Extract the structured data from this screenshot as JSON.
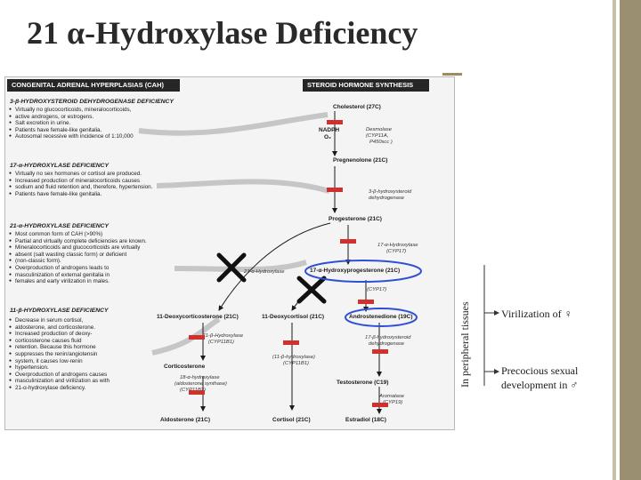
{
  "slide": {
    "title_prefix": "21 ",
    "title_alpha": "α",
    "title_rest": "-Hydroxylase Deficiency"
  },
  "figure": {
    "left_header": "CONGENITAL ADRENAL HYPERPLASIAS (CAH)",
    "right_header": "STEROID HORMONE SYNTHESIS",
    "panels": [
      {
        "title": "3-β-HYDROXYSTEROID DEHYDROGENASE DEFICIENCY",
        "bullets": [
          "Virtually no glucocorticoids, mineralocorticoids,",
          "active androgens, or estrogens.",
          "Salt excretion in urine.",
          "Patients have female-like genitalia.",
          "Autosomal recessive with incidence of 1:10,000"
        ]
      },
      {
        "title": "17-α-HYDROXYLASE DEFICIENCY",
        "bullets": [
          "Virtually no sex hormones or cortisol are produced.",
          "Increased production of mineralocorticoids causes",
          "sodium and fluid retention and, therefore, hypertension.",
          "Patients have female-like genitalia."
        ]
      },
      {
        "title": "21-α-HYDROXYLASE DEFICIENCY",
        "bullets": [
          "Most common form of CAH (>90%)",
          "Partial and virtually complete deficiencies are known.",
          "Mineralocorticoids and glucocorticoids are virtually",
          "absent (salt wasting classic form) or deficient",
          "(non-classic form).",
          "Overproduction of androgens leads to",
          "masculinization of external genitalia in",
          "females and early virilization in males."
        ]
      },
      {
        "title": "11-β-HYDROXYLASE DEFICIENCY",
        "bullets": [
          "Decrease in serum cortisol,",
          "aldosterone, and corticosterone.",
          "Increased production of deoxy-",
          "corticosterone causes fluid",
          "retention. Because this hormone",
          "suppresses the renin/angiotensin",
          "system, it causes low-renin",
          "hypertension.",
          "Overproduction of androgens causes",
          "masculinization and virilization as with",
          "21-α-hydroxylase deficiency."
        ]
      }
    ],
    "pathway": {
      "cholesterol": "Cholesterol (27C)",
      "nadph": "NADPH",
      "o2": "O₂",
      "desmolase": "Desmolase",
      "cyp11a": "(CYP11A,",
      "p450scc": "P450scc )",
      "pregnenolone": "Pregnenolone (21C)",
      "hsd_1": "3-β-hydroxysteroid",
      "hsd_2": "dehydrogenase",
      "progesterone": "Progesterone (21C)",
      "hydroxylase17": "17-α-Hydroxylase",
      "cyp17_a": "(CYP17)",
      "hydroxylase21": "21-α-Hydroxylase",
      "ohp": "17-α-Hydroxyprogesterone (21C)",
      "cyp17_b": "(CYP17)",
      "doc": "11-Deoxycorticosterone (21C)",
      "deoxycortisol": "11-Deoxycortisol (21C)",
      "androstenedione": "Androstenedione (19C)",
      "hydroxylase11_a": "11-β-Hydroxylase",
      "cyp11b1_a": "(CYP11B1)",
      "hydroxylase11_b": "(11-β-hydroxylase)",
      "cyp11b1_b": "(CYP11B1)",
      "hsd17_1": "17-β-hydroxysteroid",
      "hsd17_2": "dehydrogenase",
      "corticosterone": "Corticosterone",
      "testosterone": "Testosterone (C19)",
      "hydroxylase18_1": "18-α-hydroxylase",
      "hydroxylase18_2": "(aldosterone synthase)",
      "cyp11b2": "(CYP11B2)",
      "aromatase": "Aromatase",
      "cyp19": "(CYP19)",
      "aldosterone": "Aldosterone (21C)",
      "cortisol": "Cortisol (21C)",
      "estradiol": "Estradiol (18C)"
    }
  },
  "side": {
    "peripheral_label": "In peripheral tissues",
    "virilization": "Virilization of ♀",
    "precocious_1": "Precocious sexual",
    "precocious_2": "development in ♂"
  },
  "colors": {
    "accent_bar": "#9a8f70",
    "block_red": "#d0312d",
    "highlight_blue": "#2f4fd6"
  }
}
